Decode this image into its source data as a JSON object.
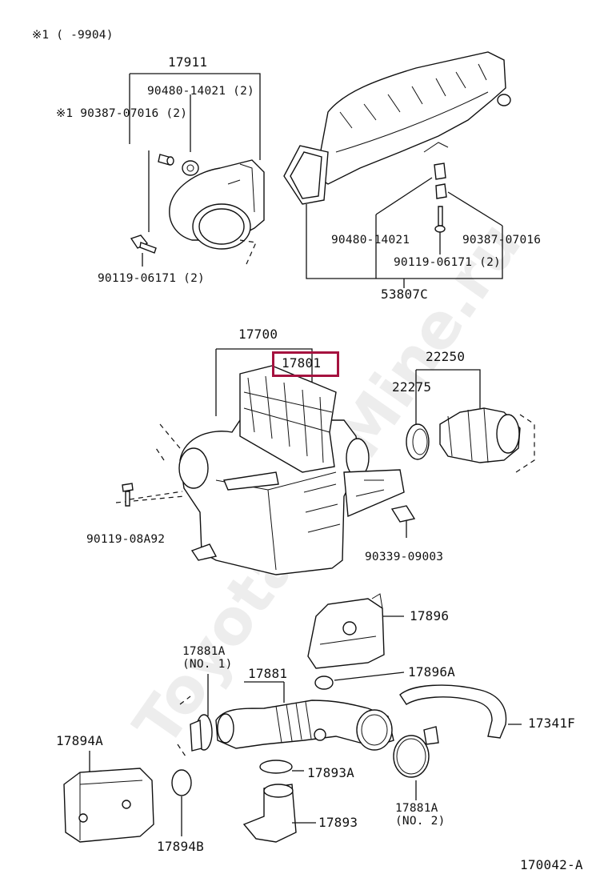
{
  "note_header": "※1 (     -9904)",
  "labels": {
    "p17911": "17911",
    "p90480_14021_2": "90480-14021 (2)",
    "p90387_07016_2_note": "※1 90387-07016 (2)",
    "p90119_06171_2_left": "90119-06171 (2)",
    "p90480_14021": "90480-14021",
    "p90387_07016_2": "90387-07016",
    "p90119_06171_2_right": "90119-06171 (2)",
    "p53807C": "53807C",
    "p17700": "17700",
    "p17801": "17801",
    "p22250": "22250",
    "p22275": "22275",
    "p90119_08A92": "90119-08A92",
    "p90339_09003": "90339-09003",
    "p17896": "17896",
    "p17881A_1_code": "17881A",
    "p17881A_1_no": "(NO. 1)",
    "p17881": "17881",
    "p17896A": "17896A",
    "p17341F": "17341F",
    "p17894A": "17894A",
    "p17893A": "17893A",
    "p17893": "17893",
    "p17881A_2_code": "17881A",
    "p17881A_2_no": "(NO. 2)",
    "p17894B": "17894B",
    "diagram_code": "170042-A"
  },
  "watermark": "ToyotaCarMine.ru",
  "highlight_color": "#a5123f"
}
